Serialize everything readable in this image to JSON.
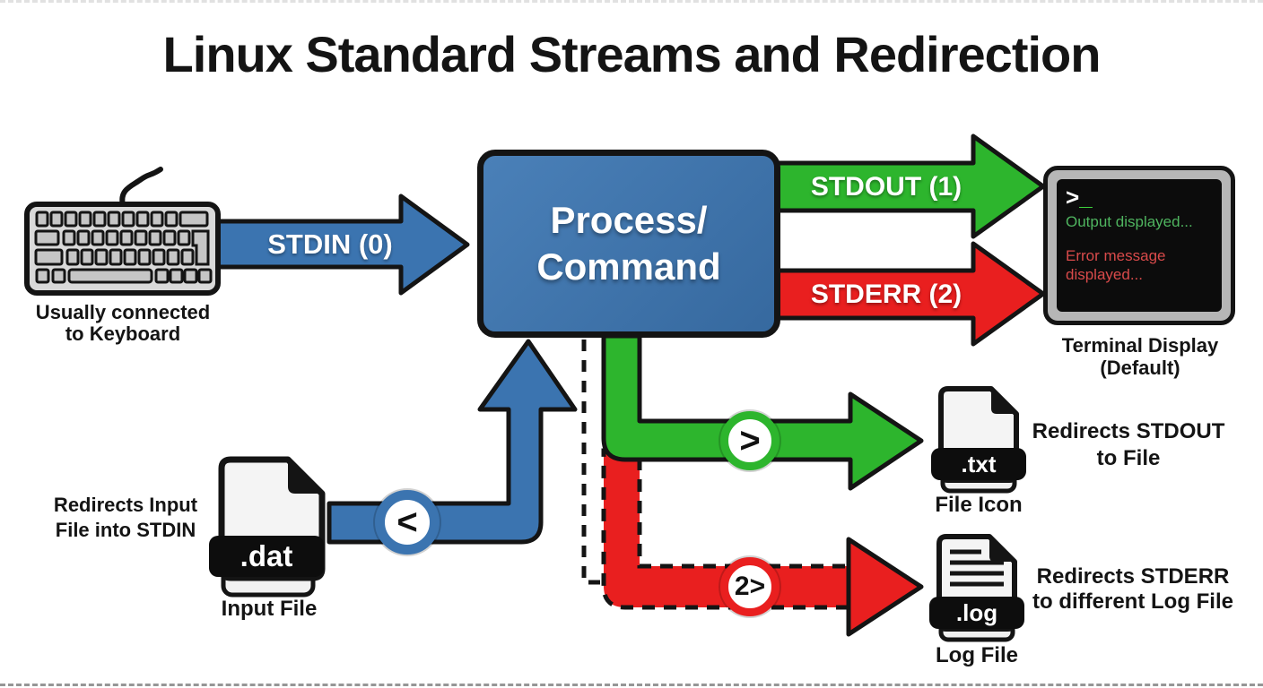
{
  "title": "Linux Standard Streams and Redirection",
  "stdin": {
    "label": "STDIN (0)",
    "source_caption_line1": "Usually connected",
    "source_caption_line2": "to Keyboard"
  },
  "process_box": {
    "line1": "Process/",
    "line2": "Command"
  },
  "stdout": {
    "label": "STDOUT (1)"
  },
  "stderr": {
    "label": "STDERR (2)"
  },
  "terminal": {
    "prompt": ">",
    "cursor": "_",
    "output_line": "Output displayed...",
    "error_line1": "Error message",
    "error_line2": "displayed...",
    "caption_line1": "Terminal Display",
    "caption_line2": "(Default)"
  },
  "input_redirect": {
    "operator": "<",
    "caption_line1": "Redirects Input",
    "caption_line2": "File into STDIN",
    "file_ext": ".dat",
    "file_label": "Input File"
  },
  "stdout_redirect": {
    "operator": ">",
    "file_ext": ".txt",
    "file_label": "File Icon",
    "caption_line1": "Redirects STDOUT",
    "caption_line2": "to File"
  },
  "stderr_redirect": {
    "operator": "2>",
    "file_ext": ".log",
    "file_label": "Log File",
    "caption_line1": "Redirects STDERR",
    "caption_line2": "to different Log File"
  },
  "colors": {
    "stdin_blue": "#3b74b0",
    "stdout_green": "#2db52d",
    "stderr_red": "#e91f1f",
    "terminal_output_green": "#4fb45f",
    "terminal_error_red": "#d84a4a",
    "terminal_cursor_green": "#3ed43e"
  }
}
